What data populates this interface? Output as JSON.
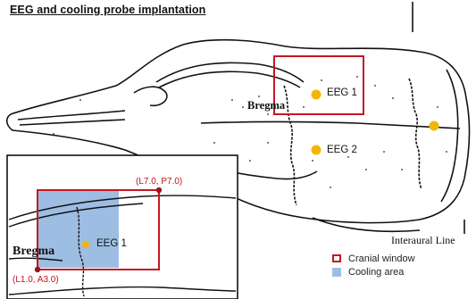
{
  "title": "EEG and cooling probe implantation",
  "labels": {
    "bregma_main": "Bregma",
    "eeg1": "EEG 1",
    "eeg2": "EEG 2",
    "interaural": "Interaural Line",
    "bregma_inset": "Bregma",
    "eeg1_inset": "EEG 1",
    "coord_top": "(L7.0, P7.0)",
    "coord_bottom": "(L1.0, A3.0)"
  },
  "legend": {
    "cranial_window": "Cranial window",
    "cooling_area": "Cooling area"
  },
  "colors": {
    "electrode": "#f2b705",
    "window": "#c41820",
    "cooling": "#9dbde3"
  }
}
